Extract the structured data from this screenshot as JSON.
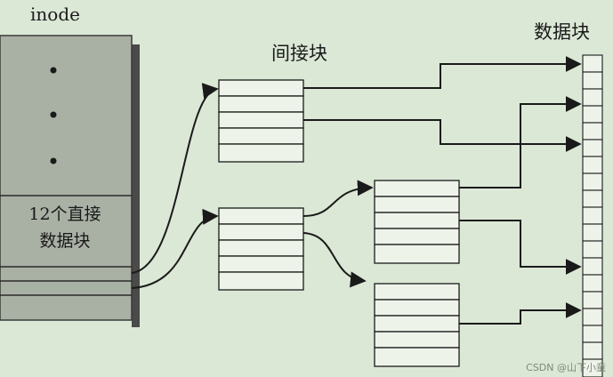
{
  "labels": {
    "inode": "inode",
    "indirect_block": "间接块",
    "data_blocks": "数据块",
    "direct_blocks_line1": "12个直接",
    "direct_blocks_line2": "数据块"
  },
  "watermark": "CSDN @山下小童",
  "colors": {
    "background": "#dbe8d6",
    "inode_fill": "#a9b0a4",
    "inode_shadow": "#4a4a48",
    "block_fill": "#eef3ea",
    "line": "#1a1a1a"
  }
}
